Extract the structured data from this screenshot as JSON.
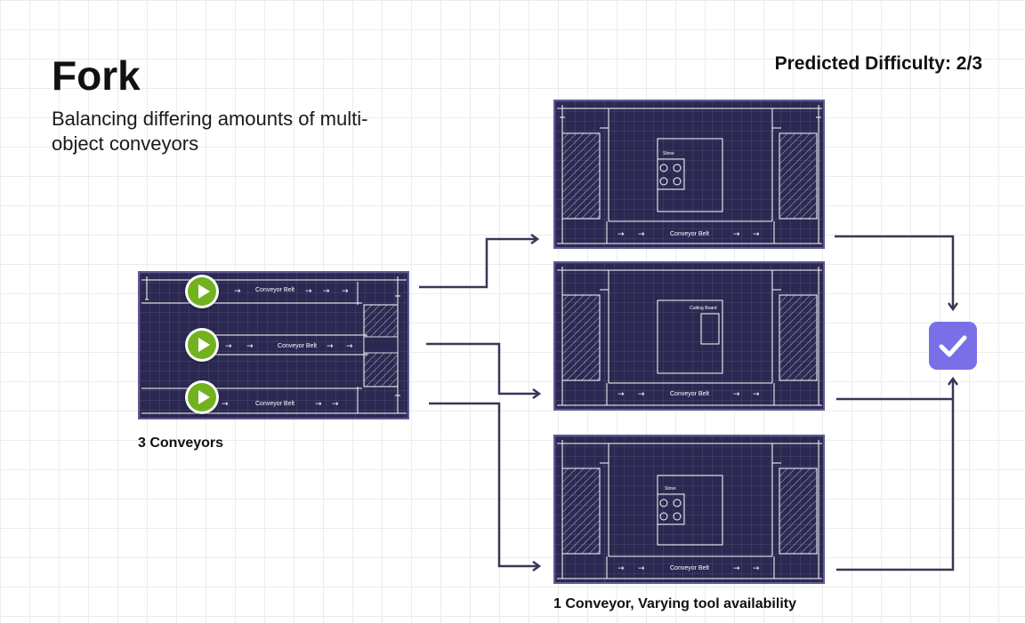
{
  "header": {
    "title": "Fork",
    "subtitle": "Balancing differing amounts of multi-object conveyors",
    "difficulty": "Predicted Difficulty: 2/3"
  },
  "captions": {
    "left": "3 Conveyors",
    "right": "1 Conveyor, Varying tool availability"
  },
  "labels": {
    "conveyor_belt": "Conveyor Belt",
    "stove": "Stove",
    "cutting_board": "Cutting Board"
  },
  "colors": {
    "panel_bg": "#2b2952",
    "panel_border": "#5e5a96",
    "connector": "#3a3658",
    "play_green": "#73b21f",
    "check_purple": "#7b6fe8"
  },
  "icons": {
    "play": "play-icon",
    "check": "checkmark-icon",
    "arrow": "arrow-right-icon"
  }
}
